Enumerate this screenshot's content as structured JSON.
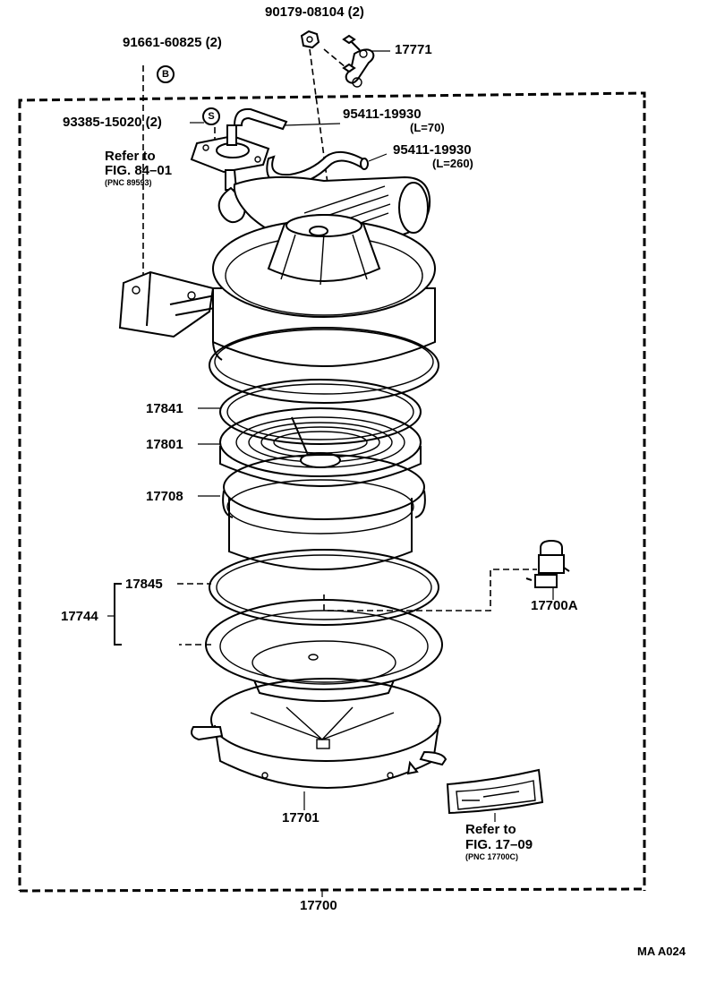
{
  "diagram": {
    "labels": {
      "p90179": "90179-08104",
      "p90179_qty": "(2)",
      "p17771": "17771",
      "p91661": "91661-60825",
      "p91661_qty": "(2)",
      "b_symbol": "B",
      "p93385": "93385-15020",
      "p93385_qty": "(2)",
      "s_symbol": "S",
      "p95411a": "95411-19930",
      "p95411a_len": "(L=70)",
      "p95411b": "95411-19930",
      "p95411b_len": "(L=260)",
      "p17841": "17841",
      "p17801": "17801",
      "p17708": "17708",
      "p17845": "17845",
      "p17744": "17744",
      "p17700A": "17700A",
      "p17701": "17701",
      "p17700": "17700",
      "figure_code": "MA A024"
    },
    "references": [
      {
        "line1": "Refer to",
        "line2": "FIG. 84–01",
        "pnc": "(PNC 89593)"
      },
      {
        "line1": "Refer to",
        "line2": "FIG. 17–09",
        "pnc": "(PNC 17700C)"
      }
    ]
  }
}
